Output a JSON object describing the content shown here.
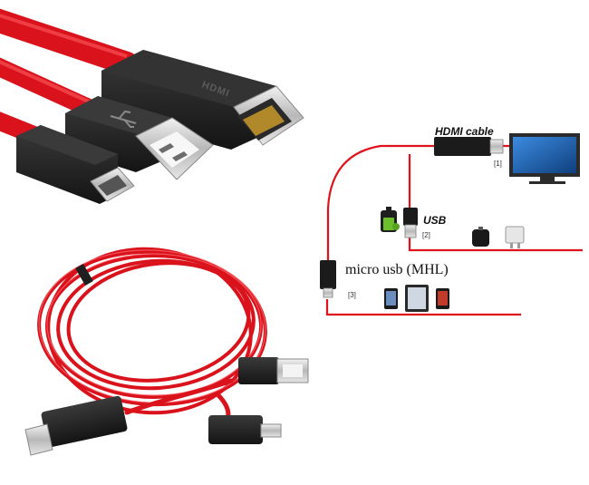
{
  "colors": {
    "cable_red": "#e0131d",
    "connector_black": "#1c1c1c",
    "metal_silver": "#c9c9c9",
    "monitor_blue": "#1a5ea8",
    "background": "#ffffff"
  },
  "product_photo": {
    "hdmi_connector_logo": "HDMI"
  },
  "diagram": {
    "hdmi_cable_label": "HDMI cable",
    "usb_label": "USB",
    "micro_usb_label": "micro usb (MHL)",
    "tag_1": "[1]",
    "tag_2": "[2]",
    "tag_3": "[3]"
  }
}
